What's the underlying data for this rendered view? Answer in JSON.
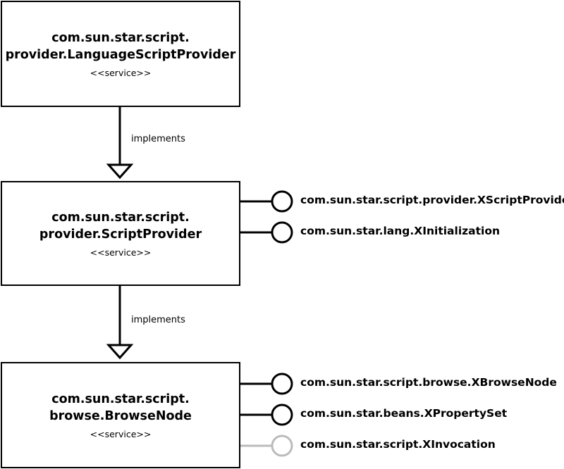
{
  "services": [
    {
      "line1": "com.sun.star.script.",
      "line2": "provider.LanguageScriptProvider",
      "stereotype": "<<service>>"
    },
    {
      "line1": "com.sun.star.script.",
      "line2": "provider.ScriptProvider",
      "stereotype": "<<service>>"
    },
    {
      "line1": "com.sun.star.script.",
      "line2": "browse.BrowseNode",
      "stereotype": "<<service>>"
    }
  ],
  "relations": [
    {
      "label": "implements"
    },
    {
      "label": "implements"
    }
  ],
  "interfaces": {
    "script_provider": [
      {
        "name": "com.sun.star.script.provider.XScriptProvider"
      },
      {
        "name": "com.sun.star.lang.XInitialization"
      }
    ],
    "browse_node": [
      {
        "name": "com.sun.star.script.browse.XBrowseNode"
      },
      {
        "name": "com.sun.star.beans.XPropertySet"
      },
      {
        "name": "com.sun.star.script.XInvocation",
        "status": "optional"
      }
    ]
  },
  "colors": {
    "line": "#000000",
    "optional": "#bbbbbb"
  }
}
